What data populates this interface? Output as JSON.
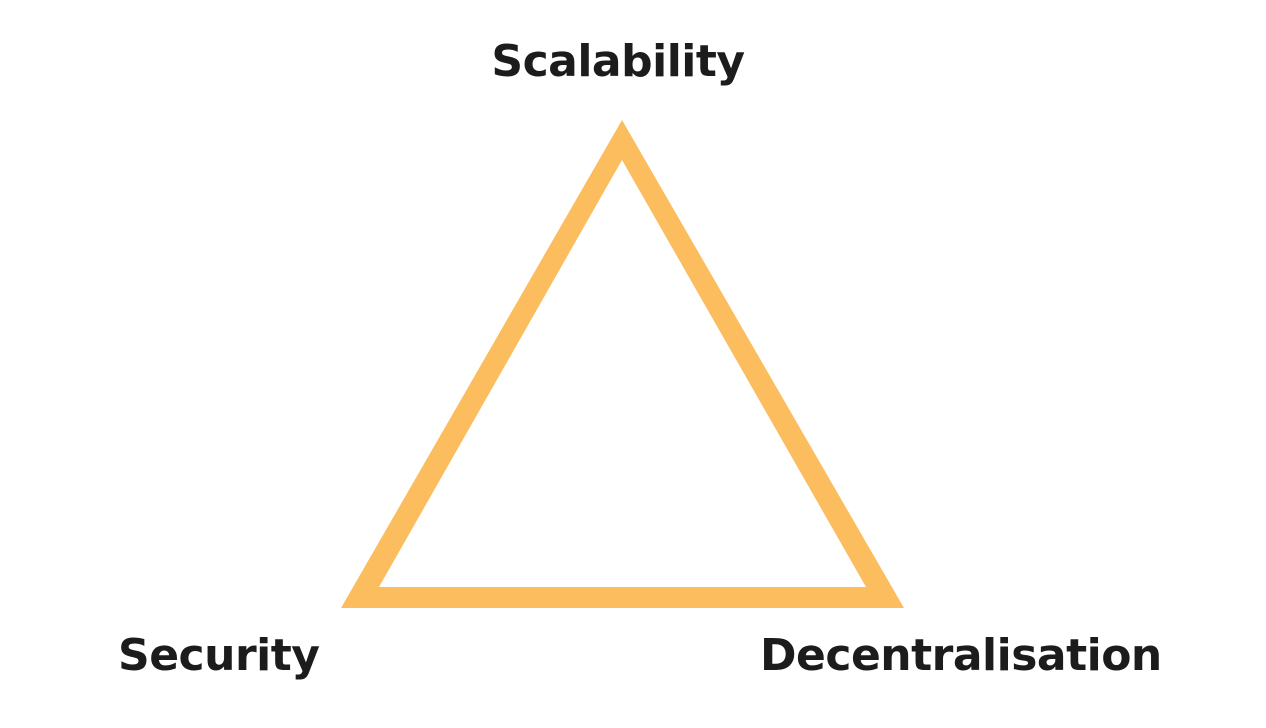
{
  "labels": {
    "top": "Scalability",
    "bottom_left": "Security",
    "bottom_right": "Decentralisation"
  },
  "colors": {
    "triangle": "#FBBD5E",
    "text": "#1c1c1c"
  }
}
